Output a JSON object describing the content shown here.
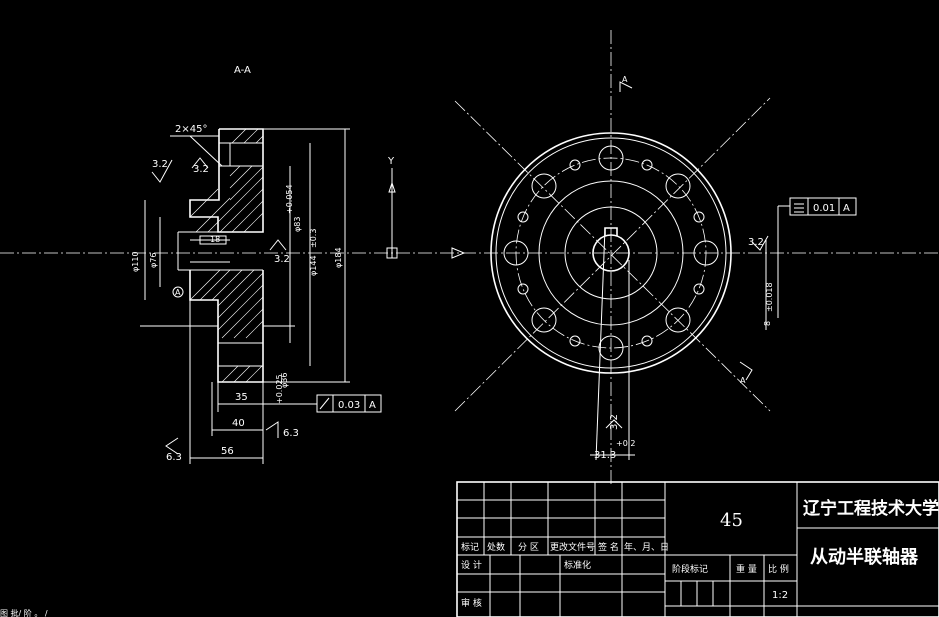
{
  "view_label": "A-A",
  "chamfer": "2×45°",
  "roughness": {
    "r1": "3.2",
    "r2": "3.2",
    "r3": "3.2",
    "r4": "6.3",
    "r5": "6.3",
    "r6": "3.2",
    "r7": "3.2"
  },
  "dims": {
    "d110": "φ110",
    "d76": "φ76",
    "d83": "φ83",
    "d144": "φ144",
    "d184": "φ184",
    "d36": "φ36",
    "len35": "35",
    "len40": "40",
    "len56": "56",
    "keyway_w": "8",
    "keyway_d": "31.3",
    "pocket": "18"
  },
  "tolerances": {
    "t83": "+0.054",
    "t144": "±0.3",
    "t36": "+0.025",
    "t8": "±0.018",
    "t313": "+0.2"
  },
  "gdt": {
    "left_value": "0.03",
    "left_datum": "A",
    "right_value": "0.01",
    "right_datum": "A"
  },
  "axis_label_y": "Y",
  "section_mark": "A",
  "datum_marker": "A",
  "title_block": {
    "material": "45",
    "school": "辽宁工程技术大学",
    "part_name": "从动半联轴器",
    "scale": "1:2",
    "headers": {
      "mark": "标记",
      "count": "处数",
      "zone": "分 区",
      "change_doc": "更改文件号",
      "signature": "签 名",
      "date": "年、月、日",
      "design": "设 计",
      "standardize": "标准化",
      "review": "审 核",
      "stage_mark": "阶段标记",
      "weight": "重 量",
      "ratio": "比 例"
    }
  },
  "bottom_fragment": "图 批/ 阶 。 /"
}
